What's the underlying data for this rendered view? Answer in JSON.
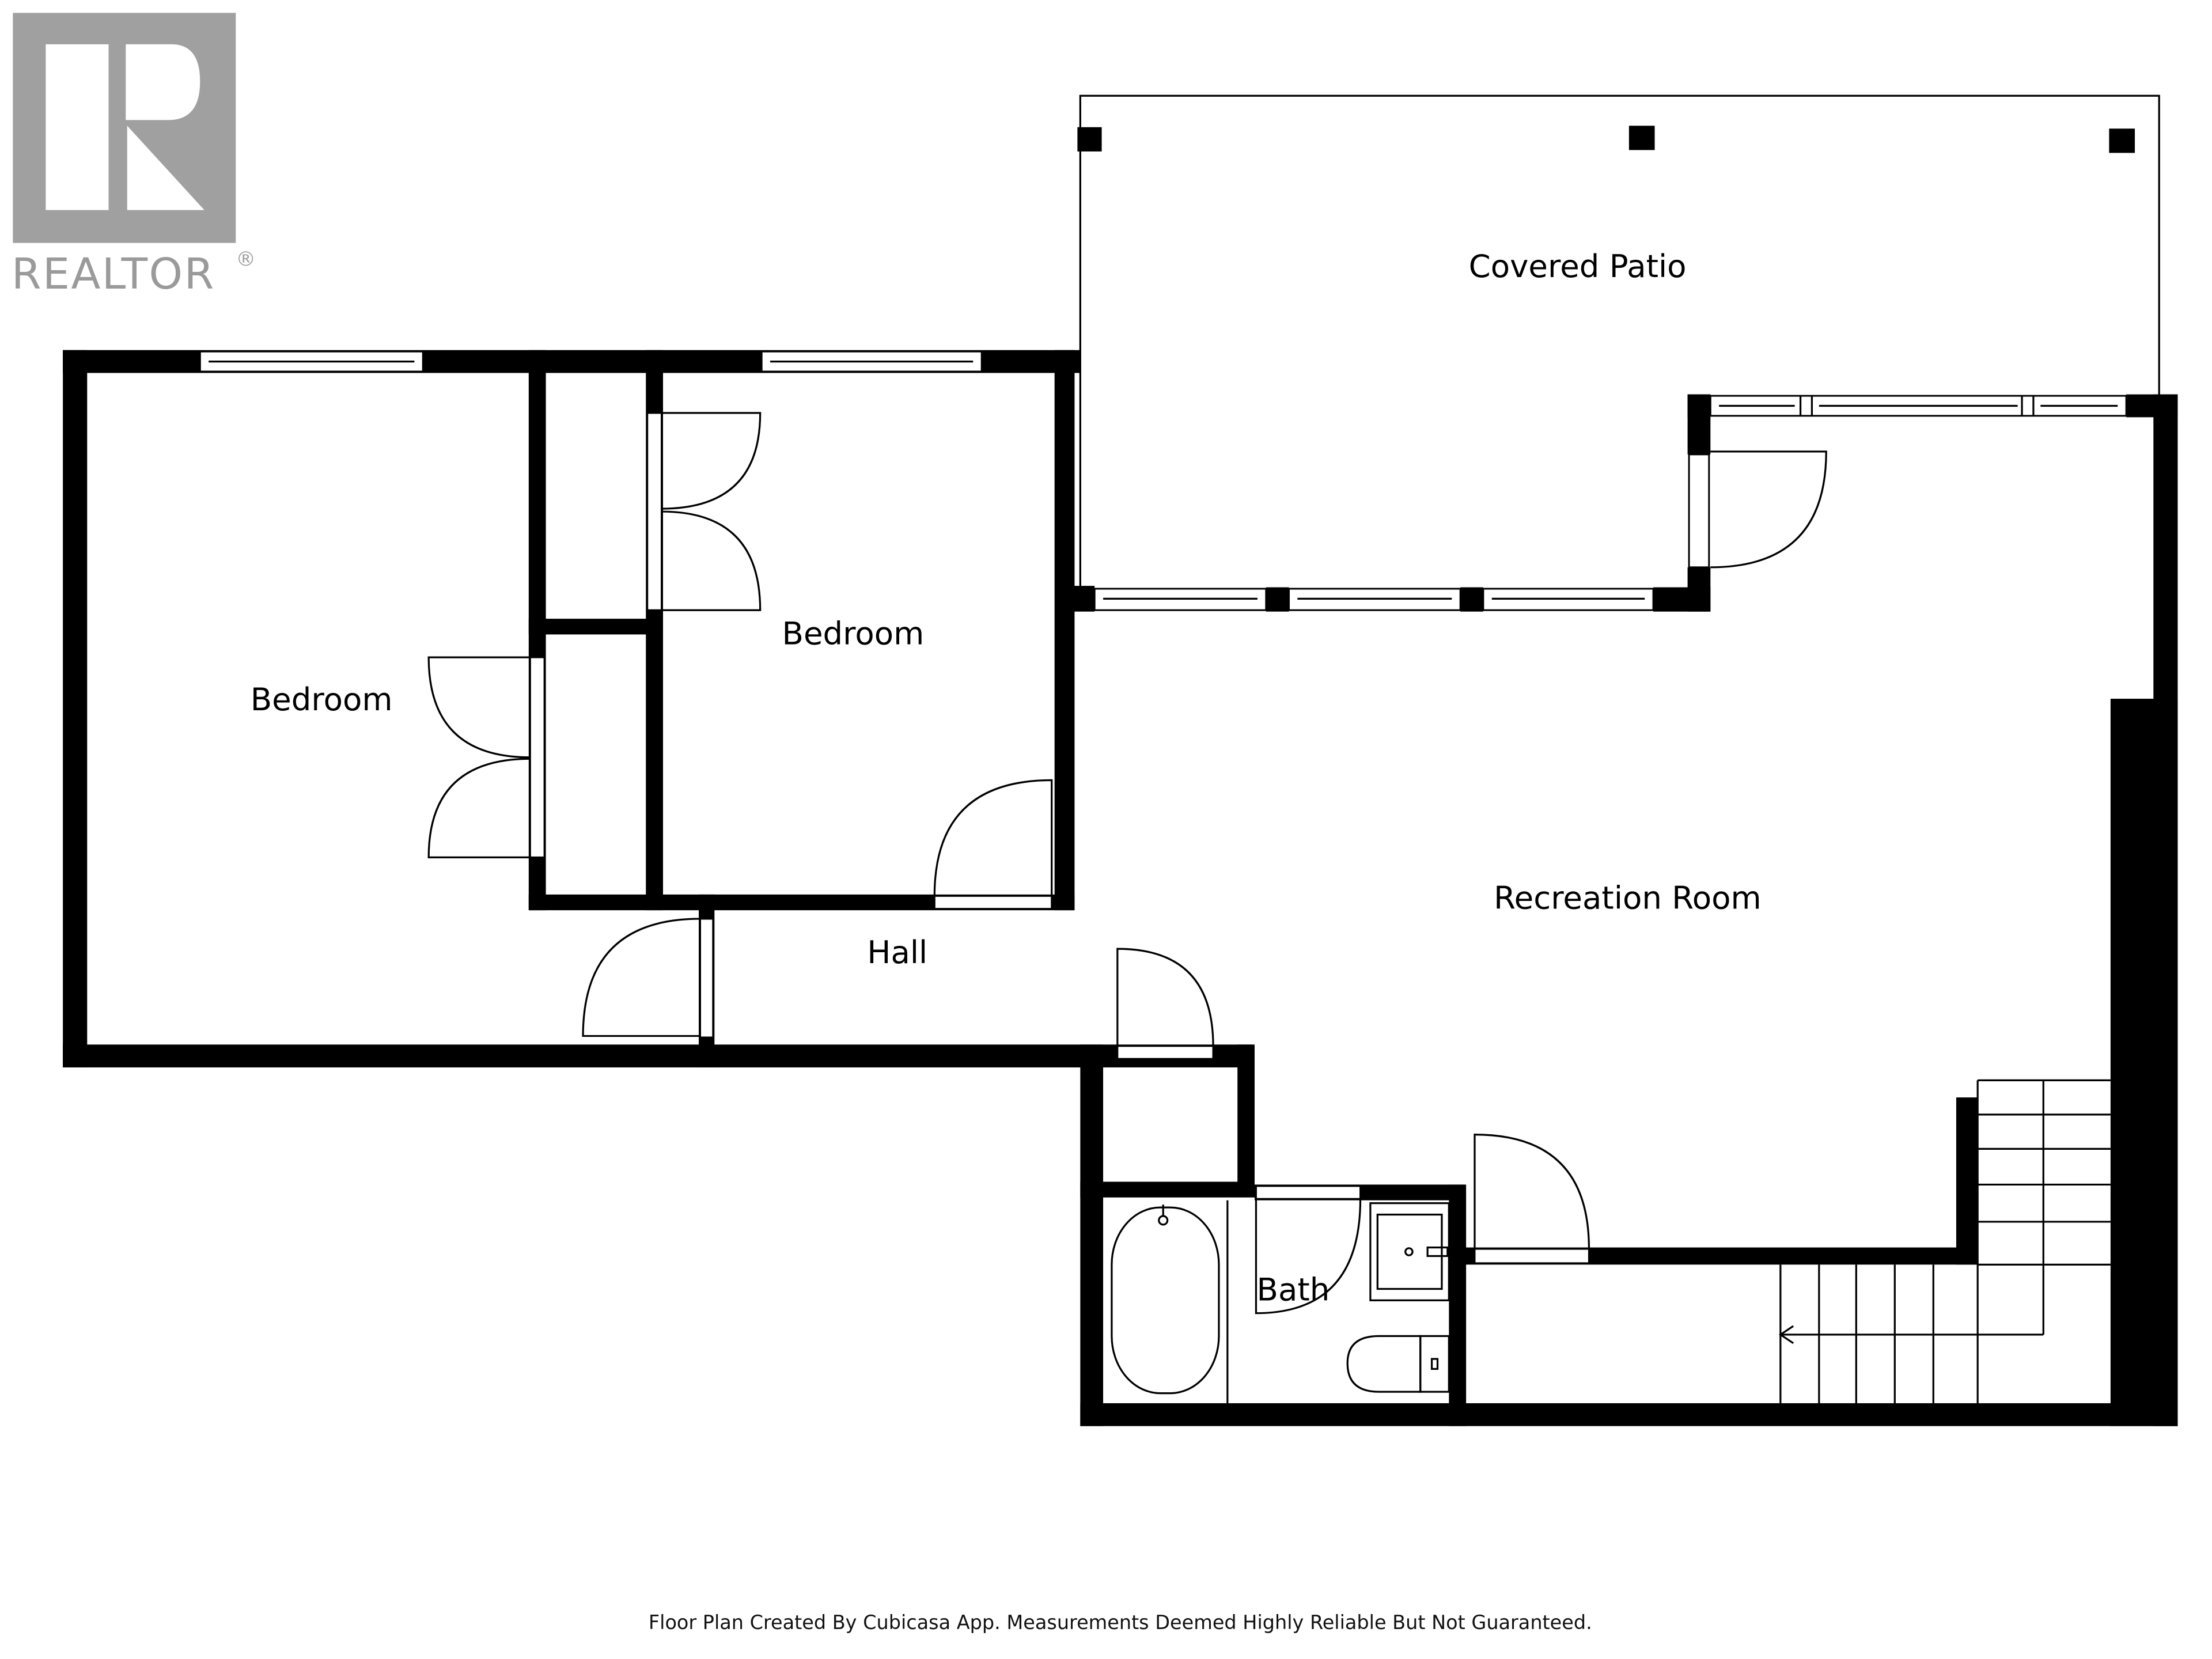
{
  "logo": {
    "text": "REALTOR",
    "registered_mark": "®",
    "color": "#a0a0a0"
  },
  "rooms": [
    {
      "id": "bedroom-1",
      "label": "Bedroom"
    },
    {
      "id": "bedroom-2",
      "label": "Bedroom"
    },
    {
      "id": "hall",
      "label": "Hall"
    },
    {
      "id": "covered-patio",
      "label": "Covered Patio"
    },
    {
      "id": "recreation-room",
      "label": "Recreation Room"
    },
    {
      "id": "bath",
      "label": "Bath"
    }
  ],
  "stairs": {
    "direction": "down-left-arrow"
  },
  "footer": {
    "text": "Floor Plan Created By Cubicasa App. Measurements Deemed Highly Reliable But Not Guaranteed."
  },
  "colors": {
    "wall": "#000000",
    "background": "#ffffff",
    "logo": "#a0a0a0"
  }
}
